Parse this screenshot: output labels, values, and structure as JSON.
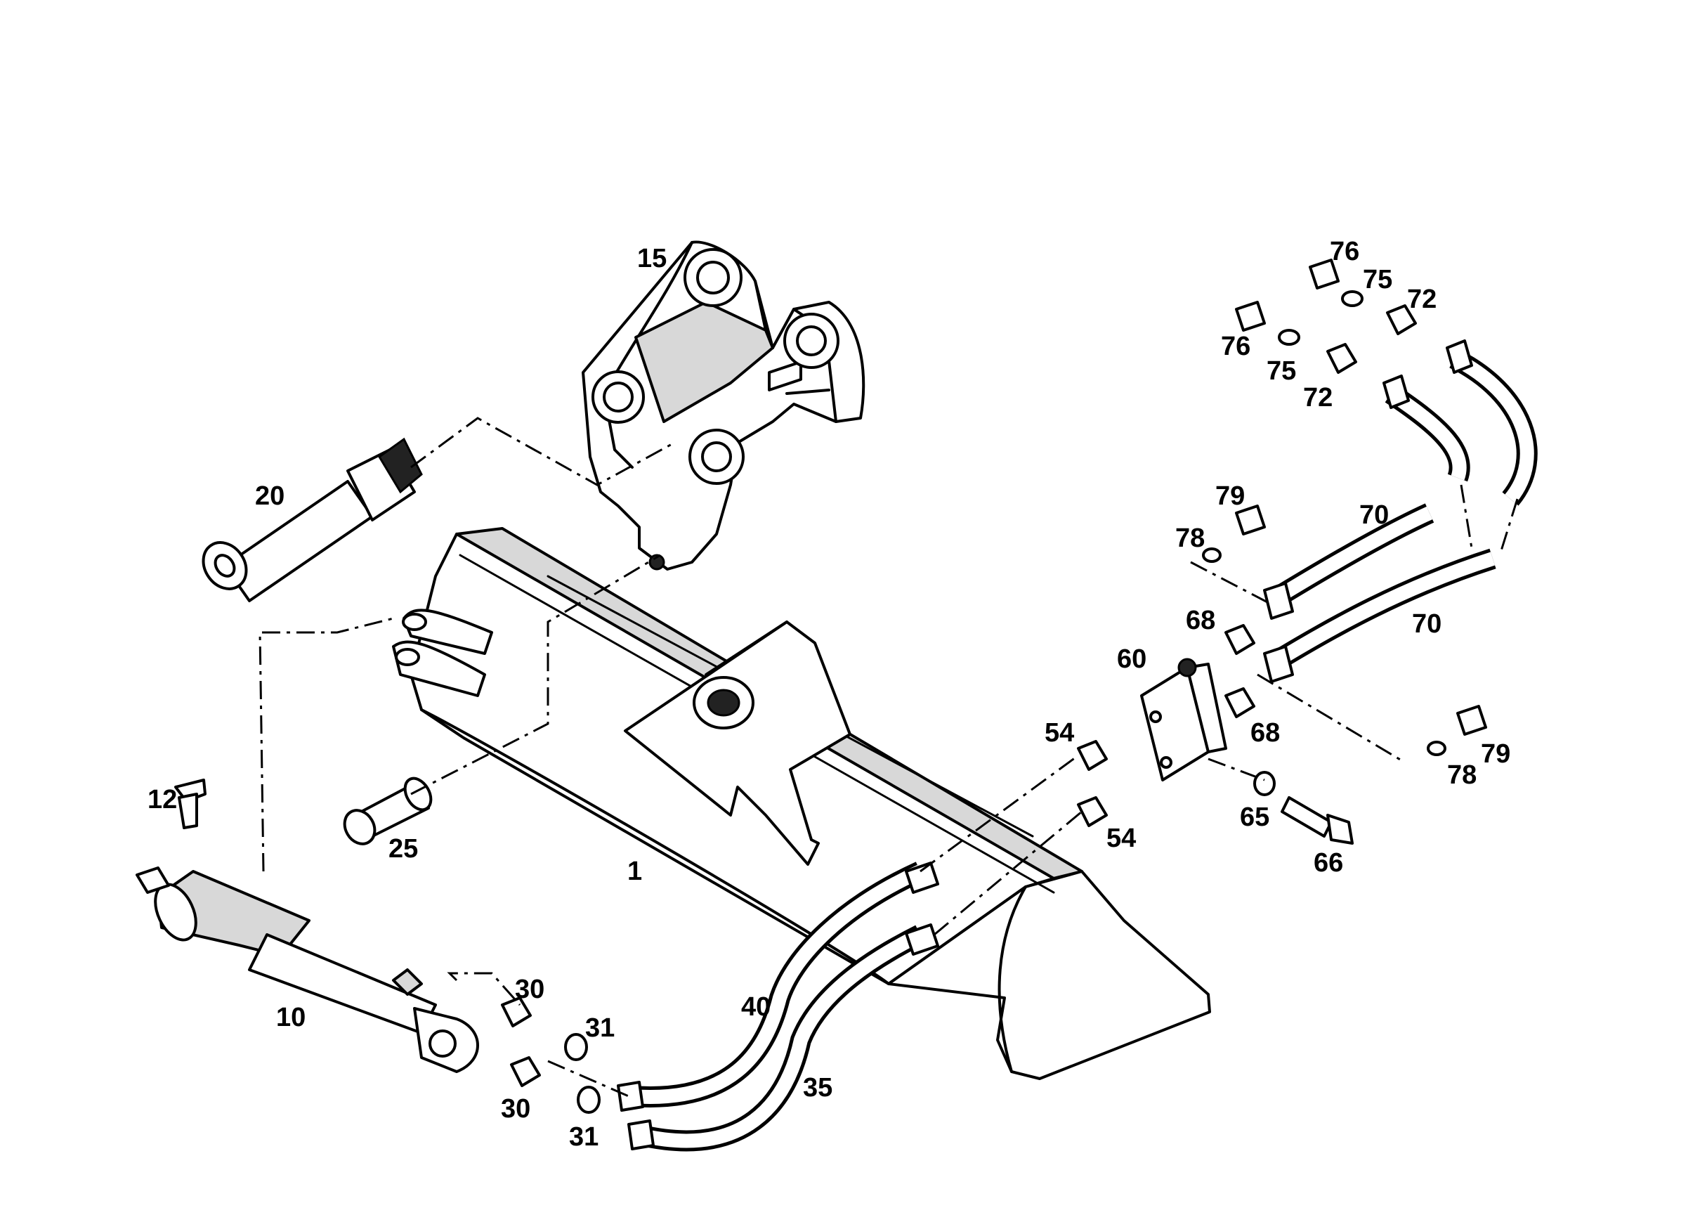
{
  "labels": {
    "p1": "1",
    "p10": "10",
    "p12": "12",
    "p15": "15",
    "p20": "20",
    "p25": "25",
    "p30a": "30",
    "p30b": "30",
    "p31a": "31",
    "p31b": "31",
    "p35": "35",
    "p40": "40",
    "p54a": "54",
    "p54b": "54",
    "p60": "60",
    "p65": "65",
    "p66": "66",
    "p68a": "68",
    "p68b": "68",
    "p70a": "70",
    "p70b": "70",
    "p72a": "72",
    "p72b": "72",
    "p75a": "75",
    "p75b": "75",
    "p76a": "76",
    "p76b": "76",
    "p78a": "78",
    "p78b": "78",
    "p79a": "79",
    "p79b": "79"
  }
}
